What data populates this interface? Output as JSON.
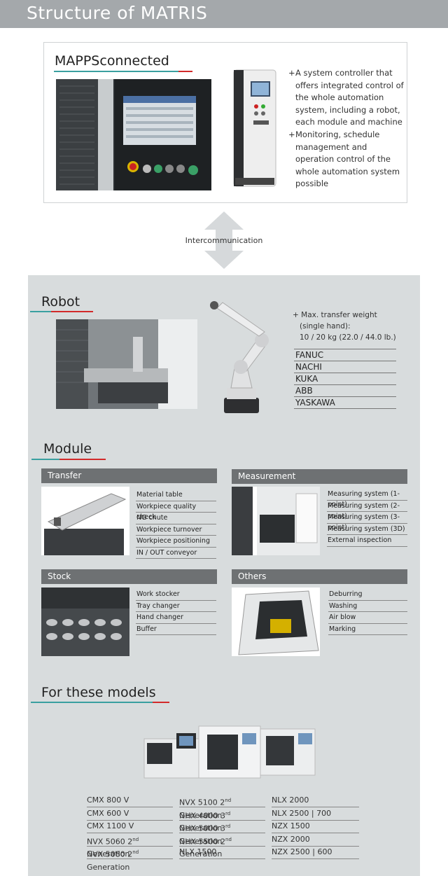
{
  "header": {
    "title": "Structure of MATRIS"
  },
  "mapps": {
    "title": "MAPPSconnected",
    "bullets": [
      {
        "plus": "+",
        "text": "A system controller that offers integrated control of the whole automation system, including a robot, each module and machine"
      },
      {
        "plus": "+",
        "text": "Monitoring, schedule management and operation control of the whole automation system possible"
      }
    ],
    "bullet_lines": [
      [
        "A system controller that",
        "offers integrated control of",
        "the whole automation",
        "system, including a robot,",
        "each module and machine"
      ],
      [
        "Monitoring, schedule",
        "management and",
        "operation control of the",
        "whole automation system",
        "possible"
      ]
    ]
  },
  "intercom": {
    "label": "Intercommunication"
  },
  "robot": {
    "title": "Robot",
    "spec_lines": [
      "+ Max. transfer weight",
      "(single hand):",
      "10 / 20 kg (22.0 / 44.0 lb.)"
    ],
    "brands": [
      "FANUC",
      "NACHI",
      "KUKA",
      "ABB",
      "YASKAWA"
    ]
  },
  "module": {
    "title": "Module",
    "groups": [
      {
        "name": "Transfer",
        "items": [
          "Material table",
          "Workpiece quality check",
          "NG chute",
          "Workpiece turnover",
          "Workpiece positioning",
          "IN / OUT conveyor"
        ]
      },
      {
        "name": "Measurement",
        "items": [
          "Measuring system (1-point)",
          "Measuring system (2-point)",
          "Measuring system (3-point)",
          "Measuring system (3D)",
          "External inspection"
        ]
      },
      {
        "name": "Stock",
        "items": [
          "Work stocker",
          "Tray changer",
          "Hand changer",
          "Buffer"
        ]
      },
      {
        "name": "Others",
        "items": [
          "Deburring",
          "Washing",
          "Air blow",
          "Marking"
        ]
      }
    ]
  },
  "models": {
    "title": "For these models",
    "columns": [
      [
        "CMX 800 V",
        "CMX 600 V",
        "CMX 1100 V",
        "NVX 5060 2nd Generation",
        "NVX 5080 2nd Generation"
      ],
      [
        "NVX 5100 2nd Generation",
        "NHX 4000 3rd Generation",
        "NHX 5000 3rd Generation",
        "NHX 5500 2nd Generation",
        "NLX 1500"
      ],
      [
        "NLX 2000",
        "NLX 2500 | 700",
        "NZX 1500",
        "NZX 2000",
        "NZX 2500 | 600"
      ]
    ]
  },
  "colors": {
    "accent_teal": "#3aa0a0",
    "accent_red": "#d22a2a",
    "module_header": "#6e7173",
    "panel_bg": "#d8dcdd",
    "title_bar": "#a4a8ab"
  }
}
